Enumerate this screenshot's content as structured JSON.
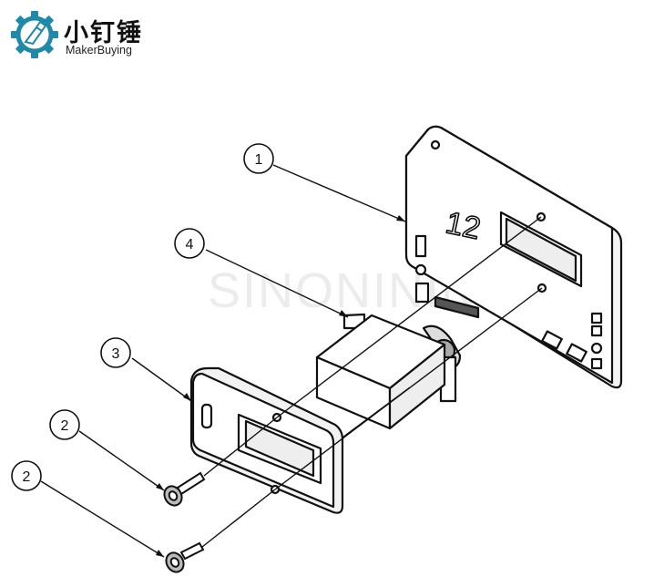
{
  "brand": {
    "name_cn": "小钉锤",
    "name_en": "MakerBuying",
    "logo_color": "#1f8aa8",
    "logo_icon": "gear-hammer-logo-icon"
  },
  "watermark": "SINONINING",
  "plate_engraving": "12",
  "callouts": [
    {
      "id": "callout-1",
      "label": "1"
    },
    {
      "id": "callout-4",
      "label": "4"
    },
    {
      "id": "callout-3",
      "label": "3"
    },
    {
      "id": "callout-2a",
      "label": "2"
    },
    {
      "id": "callout-2b",
      "label": "2"
    }
  ]
}
